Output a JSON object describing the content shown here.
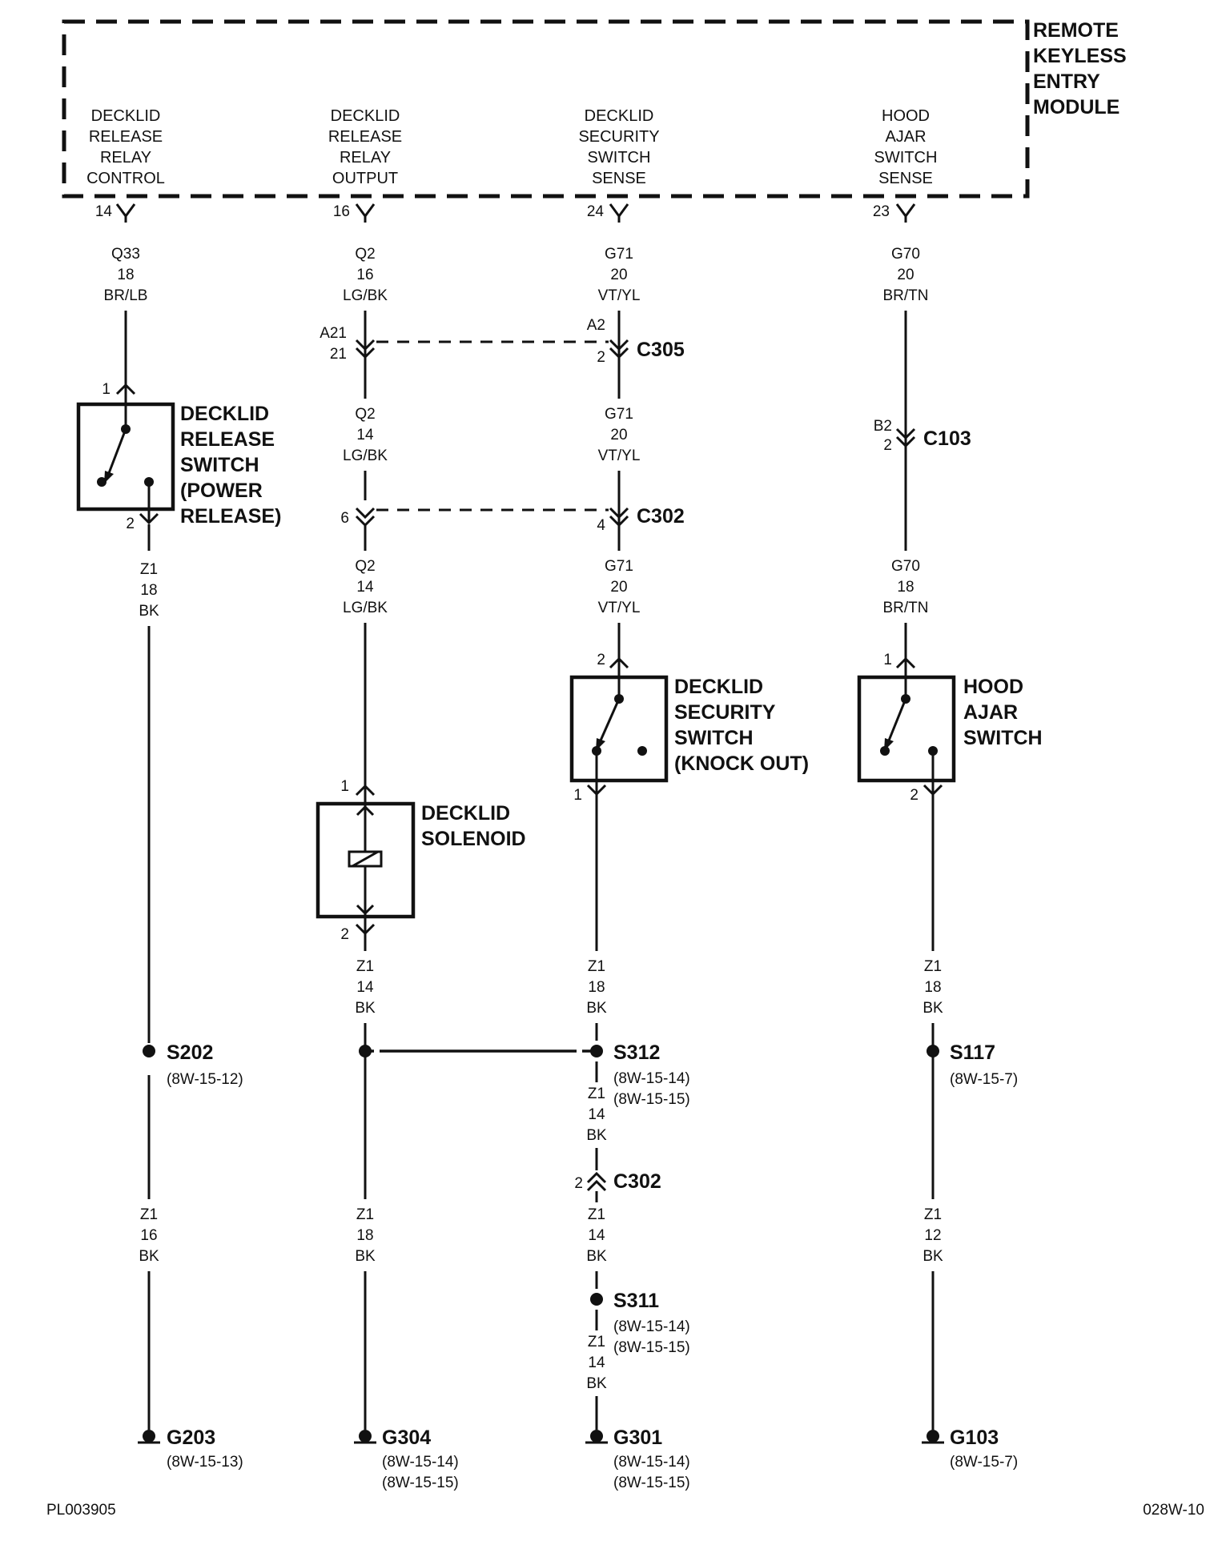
{
  "module": {
    "name": [
      "REMOTE",
      "KEYLESS",
      "ENTRY",
      "MODULE"
    ],
    "pins": [
      {
        "label": [
          "DECKLID",
          "RELEASE",
          "RELAY",
          "CONTROL"
        ],
        "pin": "14"
      },
      {
        "label": [
          "DECKLID",
          "RELEASE",
          "RELAY",
          "OUTPUT"
        ],
        "pin": "16"
      },
      {
        "label": [
          "DECKLID",
          "SECURITY",
          "SWITCH",
          "SENSE"
        ],
        "pin": "24"
      },
      {
        "label": [
          "HOOD",
          "AJAR",
          "SWITCH",
          "SENSE"
        ],
        "pin": "23"
      }
    ]
  },
  "wires": [
    {
      "circuit": "Q33",
      "gauge": "18",
      "color": "BR/LB"
    },
    {
      "circuit": "Q2",
      "gauge": "16",
      "color": "LG/BK"
    },
    {
      "circuit": "G71",
      "gauge": "20",
      "color": "VT/YL"
    },
    {
      "circuit": "G70",
      "gauge": "20",
      "color": "BR/TN"
    },
    {
      "circuit": "Q2",
      "gauge": "14",
      "color": "LG/BK"
    },
    {
      "circuit": "G71",
      "gauge": "20",
      "color": "VT/YL"
    },
    {
      "circuit": "Q2",
      "gauge": "14",
      "color": "LG/BK"
    },
    {
      "circuit": "G71",
      "gauge": "20",
      "color": "VT/YL"
    },
    {
      "circuit": "G70",
      "gauge": "18",
      "color": "BR/TN"
    },
    {
      "circuit": "Z1",
      "gauge": "18",
      "color": "BK"
    },
    {
      "circuit": "Z1",
      "gauge": "14",
      "color": "BK"
    },
    {
      "circuit": "Z1",
      "gauge": "18",
      "color": "BK"
    },
    {
      "circuit": "Z1",
      "gauge": "18",
      "color": "BK"
    },
    {
      "circuit": "Z1",
      "gauge": "14",
      "color": "BK"
    },
    {
      "circuit": "Z1",
      "gauge": "16",
      "color": "BK"
    },
    {
      "circuit": "Z1",
      "gauge": "18",
      "color": "BK"
    },
    {
      "circuit": "Z1",
      "gauge": "14",
      "color": "BK"
    },
    {
      "circuit": "Z1",
      "gauge": "12",
      "color": "BK"
    },
    {
      "circuit": "Z1",
      "gauge": "14",
      "color": "BK"
    }
  ],
  "connectors": [
    {
      "name": "C305",
      "pins": [
        "A21",
        "21",
        "A2",
        "2"
      ]
    },
    {
      "name": "C103",
      "pins": [
        "B2",
        "2"
      ]
    },
    {
      "name": "C302",
      "pins": [
        "6",
        "4"
      ]
    },
    {
      "name": "C302",
      "pins": [
        "2"
      ]
    }
  ],
  "components": [
    {
      "name": [
        "DECKLID",
        "RELEASE",
        "SWITCH",
        "(POWER",
        "RELEASE)"
      ],
      "pins": [
        "1",
        "2"
      ]
    },
    {
      "name": [
        "DECKLID",
        "SECURITY",
        "SWITCH",
        "(KNOCK OUT)"
      ],
      "pins": [
        "2",
        "1"
      ]
    },
    {
      "name": [
        "HOOD",
        "AJAR",
        "SWITCH"
      ],
      "pins": [
        "1",
        "2"
      ]
    },
    {
      "name": [
        "DECKLID",
        "SOLENOID"
      ],
      "pins": [
        "1",
        "2"
      ]
    }
  ],
  "splices": [
    {
      "name": "S202",
      "refs": [
        "(8W-15-12)"
      ]
    },
    {
      "name": "S312",
      "refs": [
        "(8W-15-14)",
        "(8W-15-15)"
      ]
    },
    {
      "name": "S117",
      "refs": [
        "(8W-15-7)"
      ]
    },
    {
      "name": "S311",
      "refs": [
        "(8W-15-14)",
        "(8W-15-15)"
      ]
    }
  ],
  "grounds": [
    {
      "name": "G203",
      "refs": [
        "(8W-15-13)"
      ]
    },
    {
      "name": "G304",
      "refs": [
        "(8W-15-14)",
        "(8W-15-15)"
      ]
    },
    {
      "name": "G301",
      "refs": [
        "(8W-15-14)",
        "(8W-15-15)"
      ]
    },
    {
      "name": "G103",
      "refs": [
        "(8W-15-7)"
      ]
    }
  ],
  "footer": {
    "left": "PL003905",
    "right": "028W-10"
  }
}
